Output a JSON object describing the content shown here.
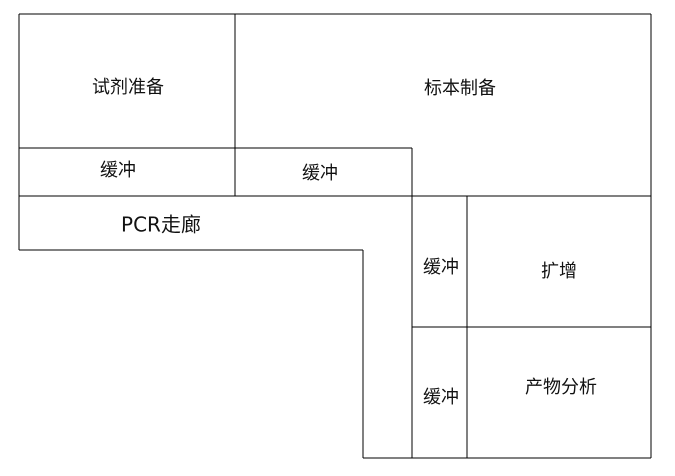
{
  "diagram": {
    "rooms": {
      "reagent_prep": "试剂准备",
      "specimen_prep": "标本制备",
      "buffer_1": "缓冲",
      "buffer_2": "缓冲",
      "pcr_corridor": "PCR走廊",
      "buffer_3": "缓冲",
      "amplification": "扩增",
      "buffer_4": "缓冲",
      "product_analysis": "产物分析"
    },
    "line_color": "#000000"
  }
}
